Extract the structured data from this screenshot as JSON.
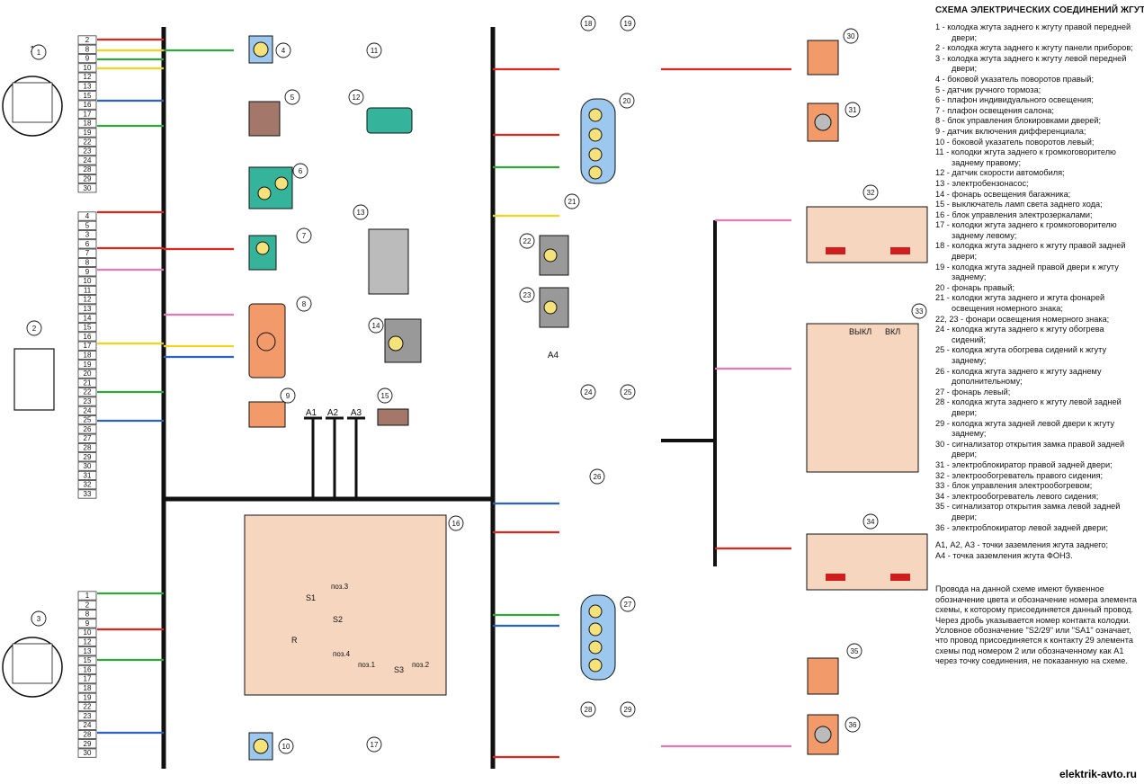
{
  "title": "СХЕМА ЭЛЕКТРИЧЕСКИХ СОЕДИНЕНИЙ ЖГУТА ЗАДНЕГО:",
  "legend": [
    {
      "n": "1",
      "t": "колодка жгута заднего к жгуту правой передней двери;"
    },
    {
      "n": "2",
      "t": "колодка жгута заднего к жгуту панели приборов;"
    },
    {
      "n": "3",
      "t": "колодка жгута заднего к жгуту левой передней двери;"
    },
    {
      "n": "4",
      "t": "боковой указатель поворотов правый;"
    },
    {
      "n": "5",
      "t": "датчик ручного тормоза;"
    },
    {
      "n": "6",
      "t": "плафон индивидуального освещения;"
    },
    {
      "n": "7",
      "t": "плафон освещения салона;"
    },
    {
      "n": "8",
      "t": "блок управления блокировками дверей;"
    },
    {
      "n": "9",
      "t": "датчик включения дифференциала;"
    },
    {
      "n": "10",
      "t": "боковой указатель поворотов левый;"
    },
    {
      "n": "11",
      "t": "колодки жгута заднего к громкоговорителю заднему правому;"
    },
    {
      "n": "12",
      "t": "датчик скорости автомобиля;"
    },
    {
      "n": "13",
      "t": "электробензонасос;"
    },
    {
      "n": "14",
      "t": "фонарь освещения багажника;"
    },
    {
      "n": "15",
      "t": "выключатель ламп света заднего хода;"
    },
    {
      "n": "16",
      "t": "блок управления электрозеркалами;"
    },
    {
      "n": "17",
      "t": "колодки жгута заднего к громкоговорителю заднему левому;"
    },
    {
      "n": "18",
      "t": "колодка жгута заднего к жгуту правой задней двери;"
    },
    {
      "n": "19",
      "t": "колодка жгута задней правой двери к жгуту заднему;"
    },
    {
      "n": "20",
      "t": "фонарь правый;"
    },
    {
      "n": "21",
      "t": "колодки жгута заднего и жгута фонарей освещения номерного знака;"
    },
    {
      "n": "22, 23",
      "t": "фонари освещения номерного знака;"
    },
    {
      "n": "24",
      "t": "колодка жгута заднего к жгуту обогрева сидений;"
    },
    {
      "n": "25",
      "t": "колодка жгута обогрева сидений к жгуту заднему;"
    },
    {
      "n": "26",
      "t": "колодка жгута заднего к жгуту заднему дополнительному;"
    },
    {
      "n": "27",
      "t": "фонарь левый;"
    },
    {
      "n": "28",
      "t": "колодка жгута заднего к жгуту левой задней двери;"
    },
    {
      "n": "29",
      "t": "колодка жгута задней левой двери к жгуту заднему;"
    },
    {
      "n": "30",
      "t": "сигнализатор открытия замка правой задней двери;"
    },
    {
      "n": "31",
      "t": "электроблокиратор правой задней двери;"
    },
    {
      "n": "32",
      "t": "электрообогреватель правого сидения;"
    },
    {
      "n": "33",
      "t": "блок управления электрообогревом;"
    },
    {
      "n": "34",
      "t": "электрообогреватель левого сидения;"
    },
    {
      "n": "35",
      "t": "сигнализатор открытия замка левой задней двери;"
    },
    {
      "n": "36",
      "t": "электроблокиратор левой задней двери;"
    }
  ],
  "ground_points": [
    "А1, А2, А3 - точки заземления жгута заднего;",
    "А4 - точка заземления жгута ФОНЗ."
  ],
  "note": "Провода на данной схеме имеют буквенное обозначение цвета и обозначение номера элемента схемы, к которому присоединяется данный провод. Через дробь указывается номер контакта колодки. Условное обозначение \"S2/29\" или \"SA1\" означает, что провод присоединяется к контакту 29 элемента схемы под номером 2 или обозначенному как А1 через точку соединения, не показанную на схеме.",
  "website": "elektrik-avto.ru",
  "diagram": {
    "ground_labels": [
      "А1",
      "А2",
      "А3"
    ],
    "ground_fonz": "А4",
    "component_numbers": [
      "1",
      "2",
      "3",
      "4",
      "5",
      "6",
      "7",
      "8",
      "9",
      "10",
      "11",
      "12",
      "13",
      "14",
      "15",
      "16",
      "17",
      "18",
      "19",
      "20",
      "21",
      "22",
      "23",
      "24",
      "25",
      "26",
      "27",
      "28",
      "29",
      "30",
      "31",
      "32",
      "33",
      "34",
      "35",
      "36"
    ],
    "block_33_labels": [
      "ВЫКЛ",
      "ВКЛ"
    ],
    "block_16_labels": [
      "S1",
      "S2",
      "S3",
      "R",
      "поз.1",
      "поз.2",
      "поз.3",
      "поз.4"
    ],
    "connector1_pins": [
      "2",
      "8",
      "9",
      "10",
      "12",
      "13",
      "15",
      "16",
      "17",
      "18",
      "19",
      "22",
      "23",
      "24",
      "28",
      "29",
      "30"
    ],
    "connector2_pins": [
      "4",
      "5",
      "3",
      "6",
      "7",
      "8",
      "9",
      "10",
      "11",
      "12",
      "13",
      "14",
      "15",
      "16",
      "17",
      "18",
      "19",
      "20",
      "21",
      "22",
      "23",
      "24",
      "25",
      "26",
      "27",
      "28",
      "29",
      "30",
      "31",
      "32",
      "33"
    ],
    "connector3_pins": [
      "1",
      "2",
      "8",
      "9",
      "10",
      "12",
      "13",
      "15",
      "16",
      "17",
      "18",
      "19",
      "22",
      "23",
      "24",
      "28",
      "29",
      "30"
    ],
    "colors": {
      "harness": "#1a1a1a",
      "red": "#e0261b",
      "yellow": "#f2d41c",
      "green": "#2fa838",
      "blue": "#2a62c9",
      "pink": "#e57ab2",
      "orange": "#ef8133",
      "grey": "#9a9a9a",
      "component_orange": "#f29a6a",
      "component_teal": "#36b39b",
      "component_blue": "#9cc7ee",
      "component_brown": "#a3776a",
      "block_fill": "#f7d6c0",
      "bulb_yellow": "#f5e27a"
    }
  }
}
